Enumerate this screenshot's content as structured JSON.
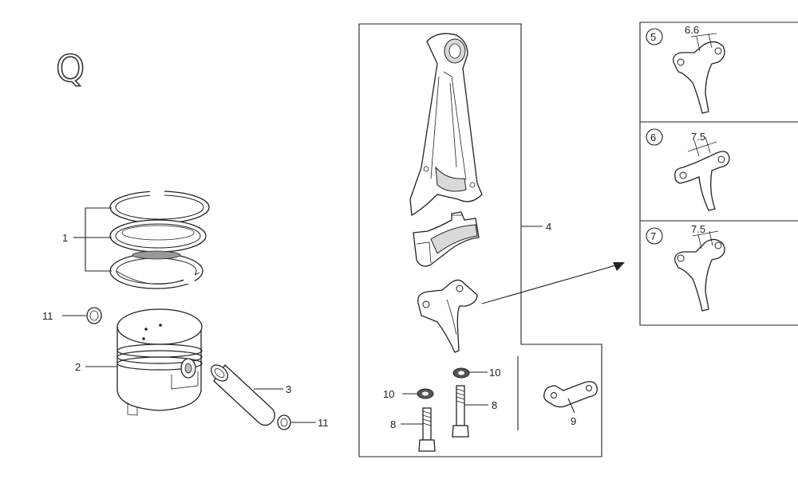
{
  "section_letter": "Q",
  "callouts": {
    "c1": "1",
    "c2": "2",
    "c3": "3",
    "c4": "4",
    "c5": "5",
    "c6": "6",
    "c7": "7",
    "c8a": "8",
    "c8b": "8",
    "c9": "9",
    "c10a": "10",
    "c10b": "10",
    "c11a": "11",
    "c11b": "11"
  },
  "dimensions": {
    "d5": "6.6",
    "d6": "7.5",
    "d7": "7.5"
  }
}
